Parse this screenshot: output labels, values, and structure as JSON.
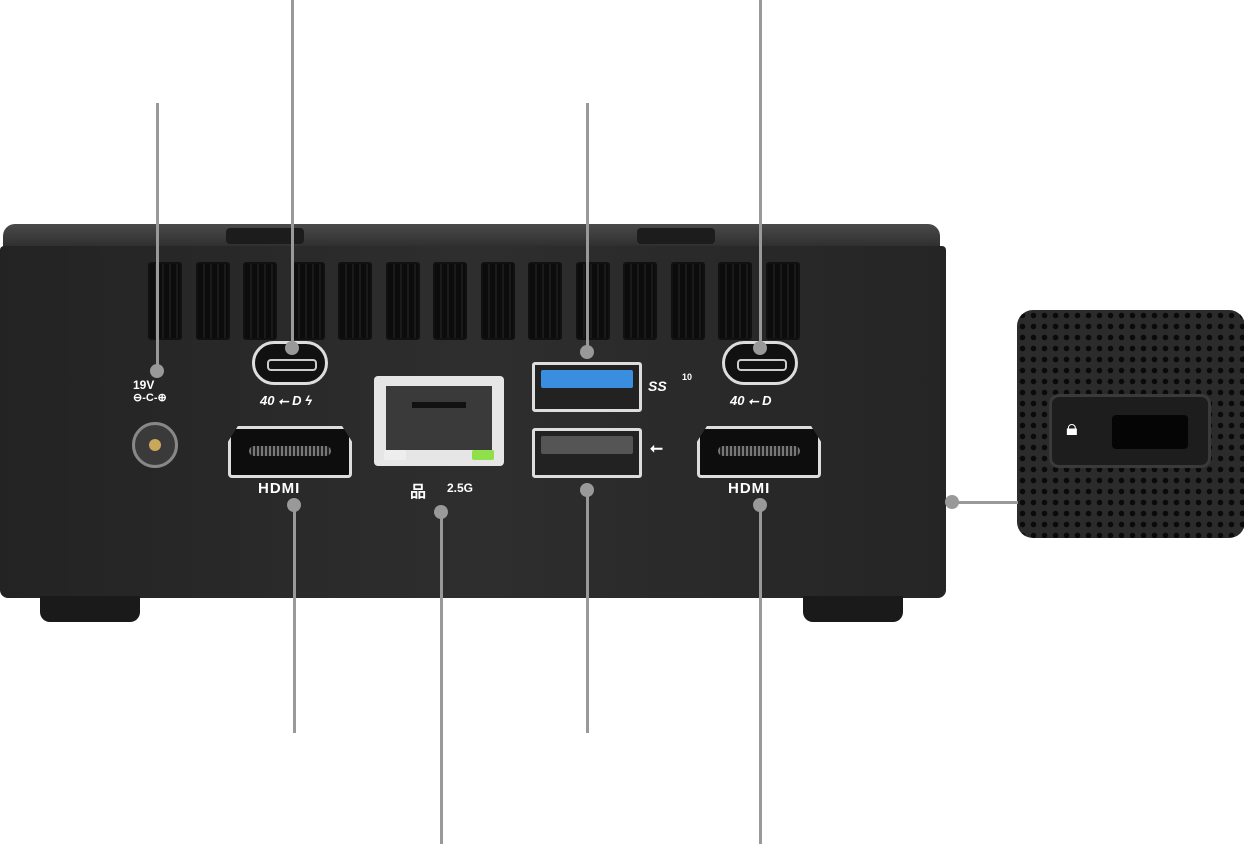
{
  "labels": {
    "dc_voltage": "19V",
    "dc_polarity_symbol": "⊖-C-⊕",
    "usbc_left_symbols": "40 ⭠ D ϟ",
    "usbc_right_symbols": "40 ⭠ D",
    "hdmi_left": "HDMI",
    "hdmi_right": "HDMI",
    "lan_speed": "2.5G",
    "usb_ss_label": "SS",
    "usb_ss_speed": "10",
    "usb_symbol": "⭠"
  },
  "colors": {
    "chassis": "#2a2a2a",
    "callout_line": "#999999",
    "usb3_tongue": "#3a8ee0",
    "lan_led_green": "#8fe04a"
  }
}
